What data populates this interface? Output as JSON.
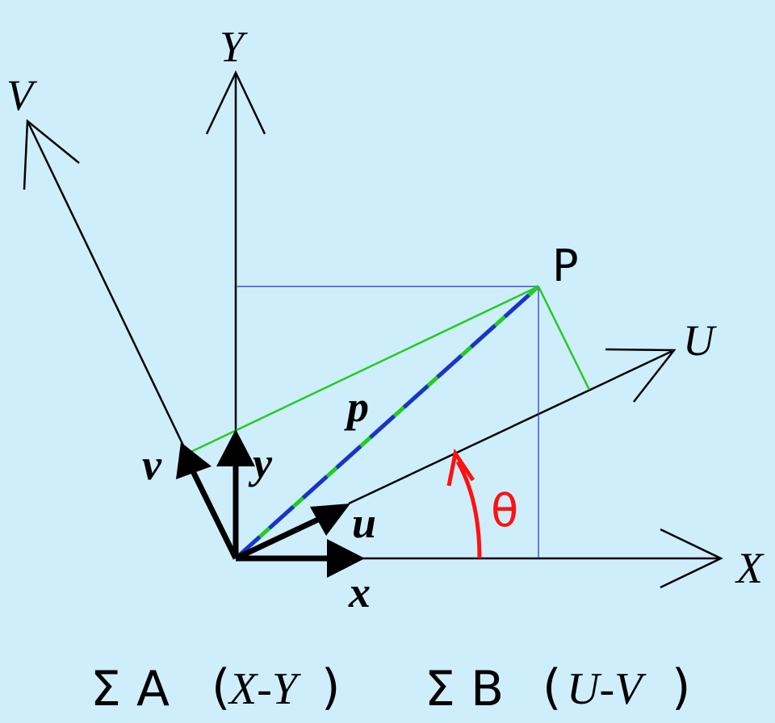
{
  "diagram": {
    "axis_labels": {
      "X": "X",
      "Y": "Y",
      "U": "U",
      "V": "V"
    },
    "vector_labels": {
      "x": "x",
      "y": "y",
      "u": "u",
      "v": "v",
      "p": "p"
    },
    "point_label": "P",
    "angle_label": "θ",
    "caption": {
      "system_a": "Σ A",
      "system_a_paren_open": "(",
      "system_a_axes": "X-Y",
      "system_a_paren_close": ")",
      "system_b": "Σ B",
      "system_b_paren_open": "(",
      "system_b_axes": "U-V",
      "system_b_paren_close": ")"
    },
    "colors": {
      "background": "#cfeefc",
      "axis": "#000000",
      "projection_lines": "#1a33cc",
      "green_lines": "#22cc22",
      "angle": "#ff1111",
      "vector_p_dash_a": "#1a33cc",
      "vector_p_dash_b": "#22cc22"
    }
  }
}
